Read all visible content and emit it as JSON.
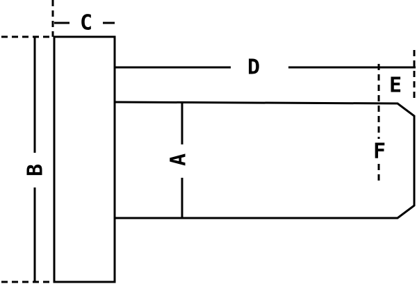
{
  "labels": {
    "a": "A",
    "b": "B",
    "c": "C",
    "d": "D",
    "e": "E",
    "f": "F"
  },
  "colors": {
    "ink": "#000000",
    "background": "#ffffff"
  }
}
